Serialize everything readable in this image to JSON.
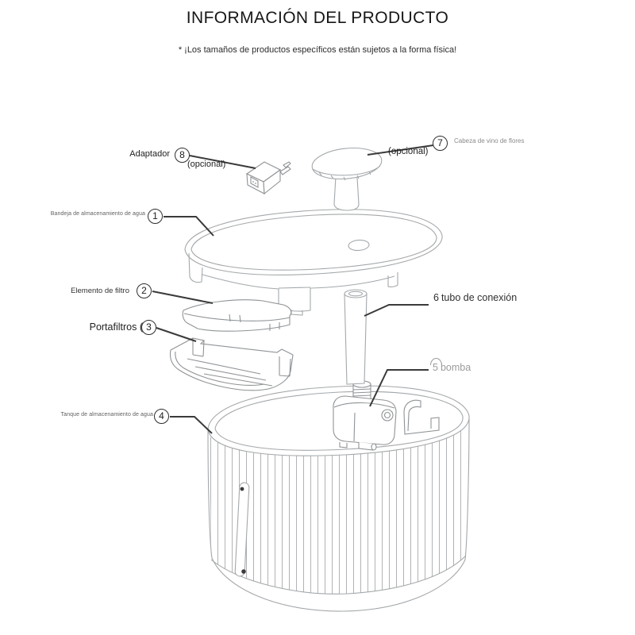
{
  "page": {
    "title": "INFORMACIÓN DEL PRODUCTO",
    "disclaimer": "* ¡Los tamaños de productos específicos están sujetos a la forma física!"
  },
  "colors": {
    "sketch_line": "#a4a8ab",
    "leader_line": "#3a3a3a",
    "label_text": "#222222",
    "muted_label_text": "#9b9b9b"
  },
  "parts": {
    "water_tray": {
      "number": "1",
      "label": "Bandeja de almacenamiento de agua"
    },
    "filter_element": {
      "number": "2",
      "label": "Elemento de filtro"
    },
    "filter_holder": {
      "number": "3",
      "label": "Portafiltros ("
    },
    "water_tank": {
      "number": "4",
      "label": "Tanque de almacenamiento de agua"
    },
    "pump": {
      "number": "5",
      "label": "bomba"
    },
    "connection_tube": {
      "number": "6",
      "label": "tubo de conexión"
    },
    "flower_head": {
      "number": "7",
      "label": "Cabeza de vino de flores",
      "note": "(opcional)"
    },
    "adapter": {
      "number": "8",
      "label": "Adaptador",
      "note": "(opcional)"
    }
  }
}
